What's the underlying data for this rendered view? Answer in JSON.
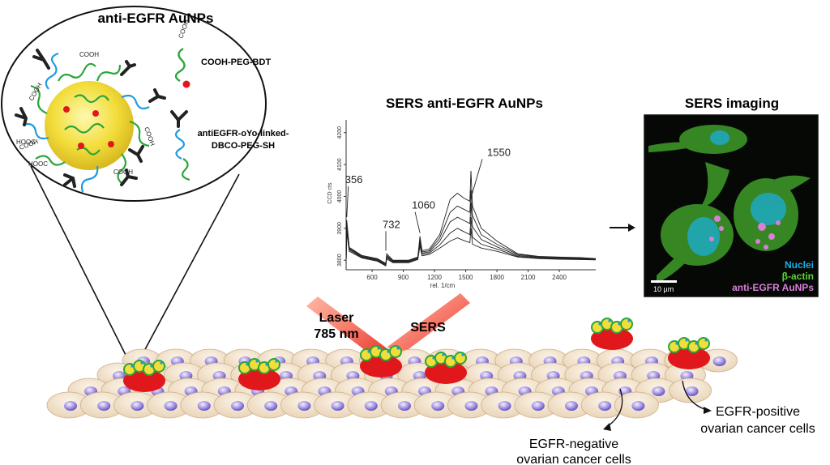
{
  "zoom": {
    "title": "anti-EGFR AuNPs",
    "legend": [
      {
        "label": "COOH-PEG-BDT",
        "tag": "COOH"
      },
      {
        "label_line1": "antiEGFR-oYo-linked-",
        "label_line2": "DBCO-PEG-SH"
      }
    ],
    "particle_tags": [
      "COOH",
      "COOH",
      "COOH",
      "COOH",
      "HOOC",
      "HOOC",
      "COOH"
    ]
  },
  "chart_title": "SERS anti-EGFR AuNPs",
  "chart_data": {
    "type": "line",
    "xlabel": "rel. 1/cm",
    "ylabel": "CCD cts",
    "x_ticks": [
      600,
      900,
      1200,
      1500,
      1800,
      2100,
      2400
    ],
    "y_ticks": [
      3800,
      3900,
      4000,
      4100,
      4200
    ],
    "xlim": [
      350,
      2750
    ],
    "ylim": [
      3770,
      4240
    ],
    "peaks": [
      {
        "label": "356",
        "x": 356,
        "y": 3925
      },
      {
        "label": "732",
        "x": 732,
        "y": 3820
      },
      {
        "label": "1060",
        "x": 1060,
        "y": 3875
      },
      {
        "label": "1550",
        "x": 1550,
        "y": 3985
      }
    ],
    "series": [
      {
        "x": [
          350,
          356,
          380,
          500,
          650,
          732,
          740,
          800,
          950,
          1040,
          1060,
          1080,
          1150,
          1250,
          1350,
          1420,
          1480,
          1540,
          1550,
          1565,
          1650,
          1800,
          2000,
          2200,
          2400,
          2600,
          2750
        ],
        "y": [
          3790,
          3925,
          3840,
          3815,
          3805,
          3790,
          3820,
          3800,
          3800,
          3810,
          3875,
          3830,
          3835,
          3880,
          3990,
          4010,
          3995,
          3985,
          4080,
          3970,
          3900,
          3860,
          3820,
          3812,
          3810,
          3808,
          3805
        ]
      },
      {
        "x": [
          350,
          356,
          380,
          500,
          650,
          732,
          740,
          800,
          950,
          1040,
          1060,
          1080,
          1150,
          1250,
          1350,
          1420,
          1480,
          1540,
          1550,
          1565,
          1650,
          1800,
          2000,
          2200,
          2400,
          2600,
          2750
        ],
        "y": [
          3792,
          3915,
          3838,
          3813,
          3803,
          3788,
          3815,
          3798,
          3798,
          3808,
          3868,
          3826,
          3830,
          3870,
          3950,
          3970,
          3960,
          3950,
          4020,
          3940,
          3880,
          3850,
          3818,
          3810,
          3808,
          3806,
          3804
        ]
      },
      {
        "x": [
          350,
          356,
          380,
          500,
          650,
          732,
          740,
          800,
          950,
          1040,
          1060,
          1080,
          1150,
          1250,
          1350,
          1420,
          1480,
          1540,
          1550,
          1565,
          1650,
          1800,
          2000,
          2200,
          2400,
          2600,
          2750
        ],
        "y": [
          3794,
          3905,
          3835,
          3811,
          3801,
          3786,
          3812,
          3796,
          3796,
          3806,
          3860,
          3822,
          3826,
          3860,
          3920,
          3935,
          3925,
          3915,
          3980,
          3905,
          3865,
          3842,
          3815,
          3808,
          3806,
          3805,
          3803
        ]
      },
      {
        "x": [
          350,
          356,
          380,
          500,
          650,
          732,
          740,
          800,
          950,
          1040,
          1060,
          1080,
          1150,
          1250,
          1350,
          1420,
          1480,
          1540,
          1550,
          1565,
          1650,
          1800,
          2000,
          2200,
          2400,
          2600,
          2750
        ],
        "y": [
          3796,
          3895,
          3832,
          3809,
          3799,
          3784,
          3808,
          3794,
          3794,
          3804,
          3852,
          3818,
          3822,
          3848,
          3885,
          3900,
          3890,
          3880,
          3935,
          3872,
          3850,
          3835,
          3812,
          3806,
          3804,
          3803,
          3802
        ]
      },
      {
        "x": [
          350,
          356,
          380,
          500,
          650,
          732,
          740,
          800,
          950,
          1040,
          1060,
          1080,
          1150,
          1250,
          1350,
          1420,
          1480,
          1540,
          1550,
          1565,
          1650,
          1800,
          2000,
          2200,
          2400,
          2600,
          2750
        ],
        "y": [
          3798,
          3885,
          3828,
          3807,
          3797,
          3782,
          3804,
          3792,
          3792,
          3802,
          3845,
          3814,
          3818,
          3838,
          3860,
          3870,
          3862,
          3855,
          3900,
          3850,
          3838,
          3828,
          3810,
          3805,
          3803,
          3802,
          3801
        ]
      }
    ]
  },
  "imaging": {
    "title": "SERS imaging",
    "legend": [
      "Nuclei",
      "β-actin",
      "anti-EGFR AuNPs"
    ],
    "scale_bar": "10 µm",
    "colors": {
      "nuclei": "#1ab0e6",
      "actin": "#5fd13a",
      "aunp": "#d77fd9"
    }
  },
  "bottom": {
    "laser_line1": "Laser",
    "laser_line2": "785 nm",
    "sers": "SERS",
    "negative_line1": "EGFR-negative",
    "negative_line2": "ovarian cancer cells",
    "positive_line1": "EGFR-positive",
    "positive_line2": "ovarian cancer cells"
  }
}
